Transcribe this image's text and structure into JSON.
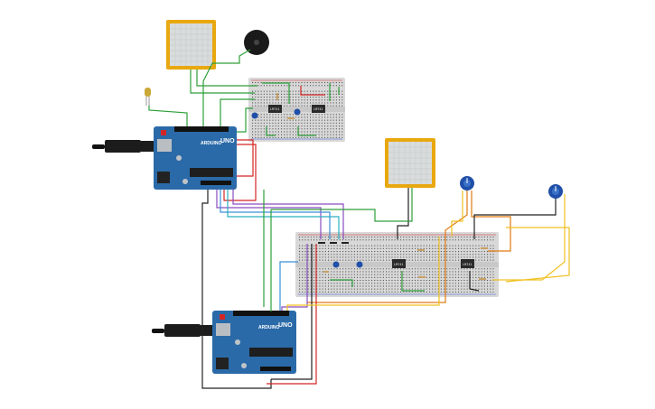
{
  "colors": {
    "arduino_board": "#2b6aa8",
    "breadboard": "#d8d8d8",
    "force_sensor_frame": "#e8a80f",
    "force_sensor_pad": "#d9dcdc",
    "wire_red": "#d42525",
    "wire_black": "#222222",
    "wire_green": "#2d9f3a",
    "wire_orange": "#e07a10",
    "wire_yellow": "#f0c020",
    "wire_blue": "#3a8fd8",
    "wire_purple": "#8a4cc0",
    "wire_cyan": "#2ab0c0"
  },
  "boards": [
    {
      "name": "arduino-uno-1",
      "brand": "ARDUINO",
      "model": "UNO"
    },
    {
      "name": "arduino-uno-2",
      "brand": "ARDUINO",
      "model": "UNO"
    }
  ],
  "components": {
    "force_sensors": 2,
    "potentiometers": 2,
    "piezo_buzzer": 1,
    "led": 1,
    "breadboards": 2
  },
  "chips": [
    {
      "label": "LM741"
    },
    {
      "label": "LM741"
    },
    {
      "label": "LM741"
    },
    {
      "label": "LM741"
    }
  ]
}
